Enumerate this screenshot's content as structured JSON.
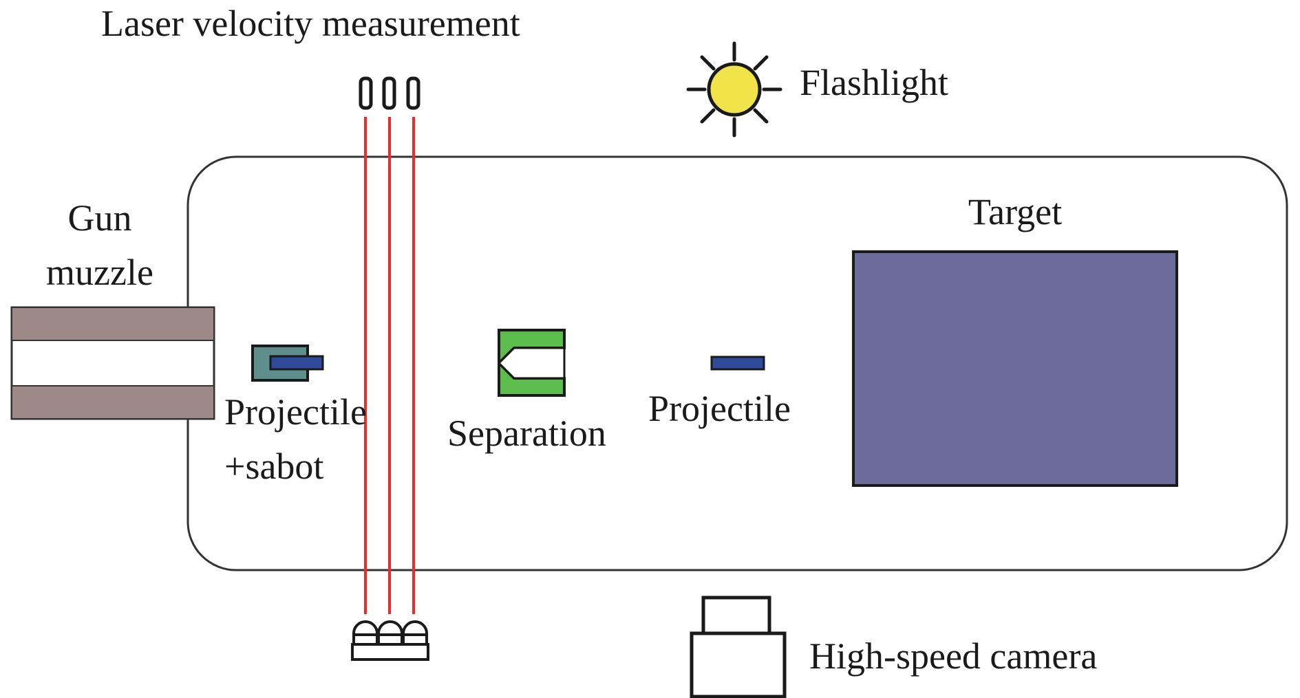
{
  "labels": {
    "laser": "Laser velocity measurement",
    "flashlight": "Flashlight",
    "gun_line1": "Gun",
    "gun_line2": "muzzle",
    "target": "Target",
    "projectile_sabot_line1": "Projectile",
    "projectile_sabot_line2": "+sabot",
    "separation": "Separation",
    "projectile": "Projectile",
    "camera": "High-speed camera"
  },
  "colors": {
    "laser_beam": "#ee2a2a",
    "flash": "#f0e44a",
    "target_fill": "#6b6b9c",
    "sabot_fill": "#5f8f8c",
    "sabot_separated": "#5cbc4c",
    "projectile_fill": "#2f4a9a",
    "barrel": "#9d8a88",
    "outline": "#1a1a1a"
  },
  "icons": [
    "flashlight-icon",
    "laser-emitter-icon",
    "laser-receiver-icon",
    "camera-icon"
  ]
}
